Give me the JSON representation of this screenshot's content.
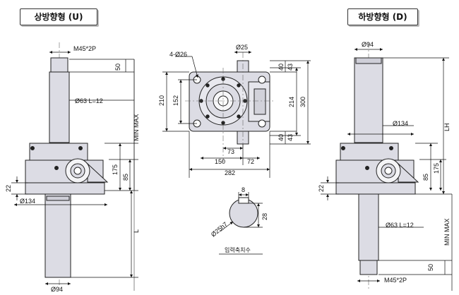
{
  "titles": {
    "up": "상방향형 (U)",
    "down": "하방향형 (D)"
  },
  "left_view": {
    "thread": "M45*2P",
    "d50": "50",
    "rod": "Ø63 L=12",
    "minmax": "MIN  MAX",
    "d175": "175",
    "d85": "85",
    "d22": "22",
    "d134": "Ø134",
    "L": "L",
    "d94": "Ø94"
  },
  "top_view": {
    "holes": "4-Ø26",
    "shaft": "Ø25",
    "d40a": "40",
    "d43a": "43",
    "d210": "210",
    "d152": "152",
    "d214": "214",
    "d300": "300",
    "d40b": "40",
    "d43b": "43",
    "d73": "73",
    "d150": "150",
    "d72": "72",
    "d282": "282"
  },
  "input_shaft": {
    "key": "8",
    "h28": "28",
    "dia": "Ø25h7",
    "caption": "입력축치수"
  },
  "right_view": {
    "d94": "Ø94",
    "d134": "Ø134",
    "LH": "LH",
    "d175": "175",
    "d85": "85",
    "d22": "22",
    "rod": "Ø63 L=12",
    "minmax": "MIN  MAX",
    "d50": "50",
    "thread": "M45*2P"
  }
}
